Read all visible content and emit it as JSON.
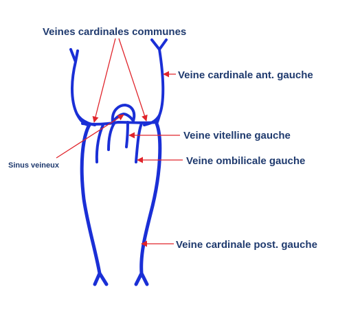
{
  "labels": {
    "common_cardinal_veins": "Veines cardinales communes",
    "left_anterior_cardinal_vein": "Veine cardinale ant. gauche",
    "left_vitelline_vein": "Veine vitelline gauche",
    "left_umbilical_vein": "Veine ombilicale gauche",
    "left_posterior_cardinal_vein": "Veine cardinale post. gauche",
    "sinus_venosus": "Sinus veineux"
  },
  "colors": {
    "vessel": "#1a2fd6",
    "arrow": "#e0242b",
    "label_text": "#1f3a6e"
  }
}
